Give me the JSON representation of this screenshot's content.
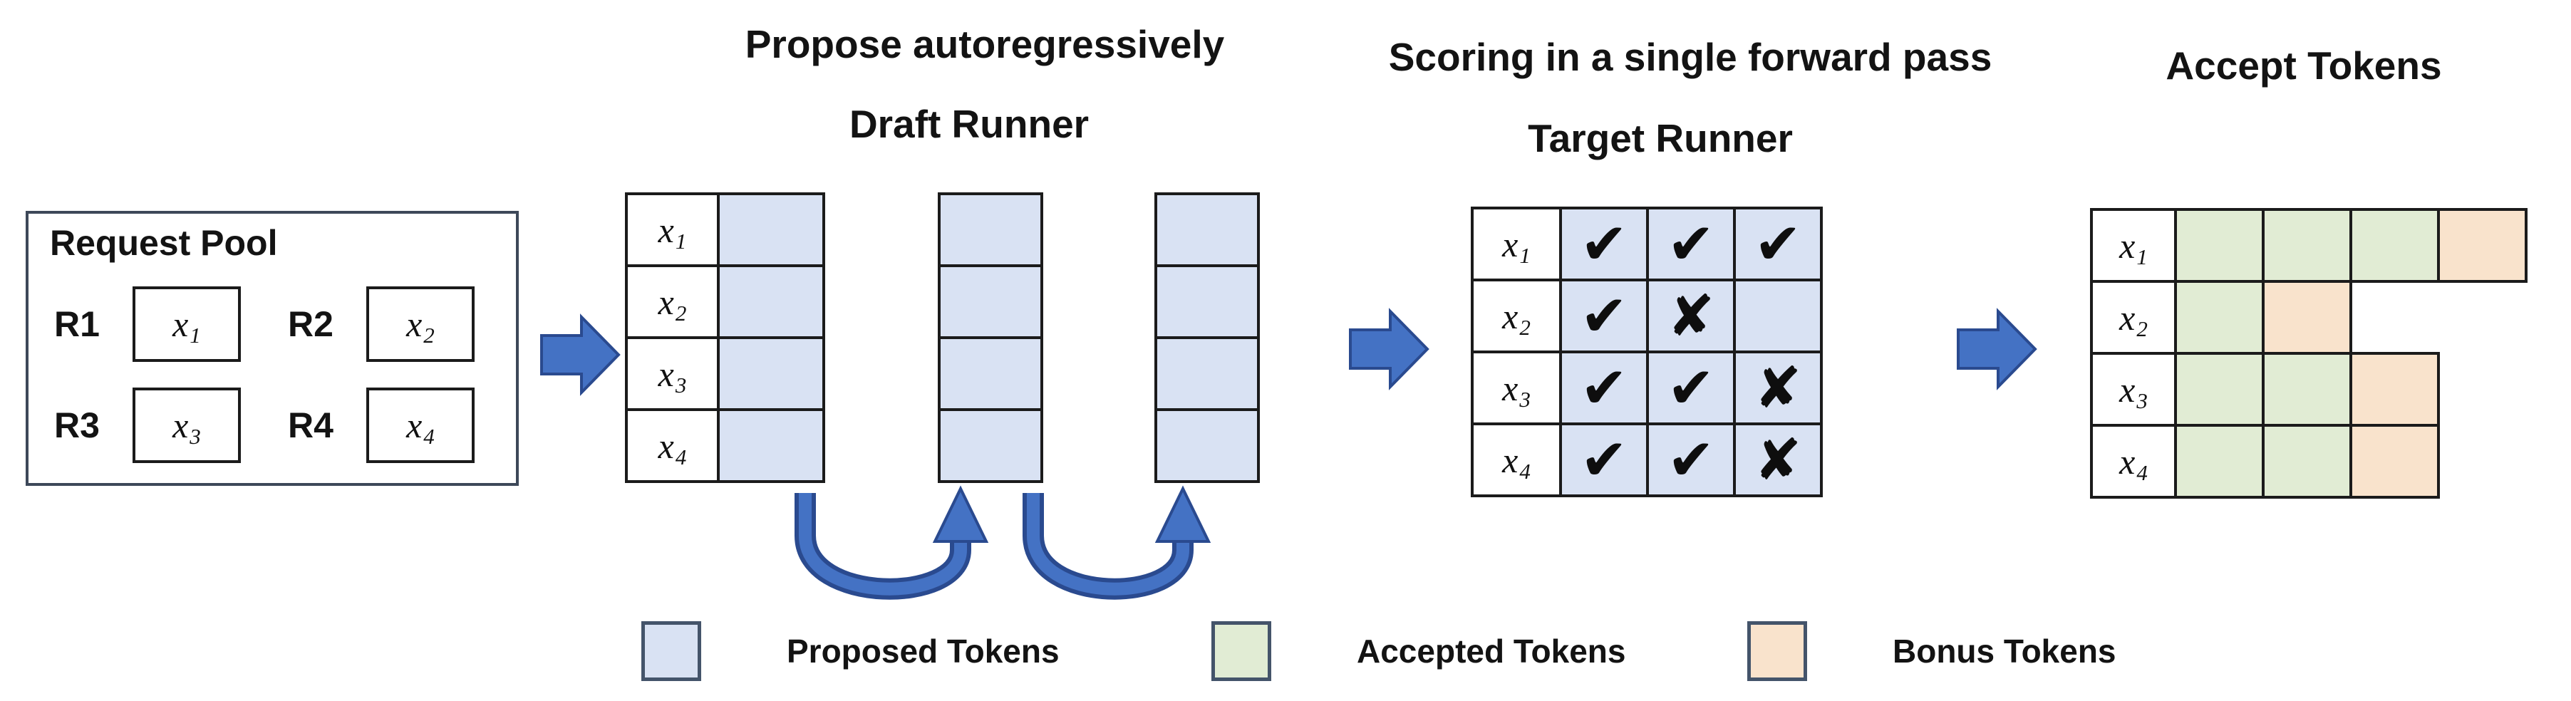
{
  "request_pool": {
    "title": "Request Pool",
    "requests": [
      {
        "id": "R1",
        "token": {
          "base": "x",
          "sub": "1"
        }
      },
      {
        "id": "R2",
        "token": {
          "base": "x",
          "sub": "2"
        }
      },
      {
        "id": "R3",
        "token": {
          "base": "x",
          "sub": "3"
        }
      },
      {
        "id": "R4",
        "token": {
          "base": "x",
          "sub": "4"
        }
      }
    ]
  },
  "draft_runner": {
    "title": "Propose autoregressively",
    "subtitle": "Draft Runner",
    "step_columns": 3,
    "row_labels": [
      {
        "base": "x",
        "sub": "1"
      },
      {
        "base": "x",
        "sub": "2"
      },
      {
        "base": "x",
        "sub": "3"
      },
      {
        "base": "x",
        "sub": "4"
      }
    ]
  },
  "target_runner": {
    "title": "Scoring in a single forward pass",
    "subtitle": "Target Runner",
    "rows": [
      {
        "label": {
          "base": "x",
          "sub": "1"
        },
        "marks": [
          "✔",
          "✔",
          "✔"
        ]
      },
      {
        "label": {
          "base": "x",
          "sub": "2"
        },
        "marks": [
          "✔",
          "✘",
          ""
        ]
      },
      {
        "label": {
          "base": "x",
          "sub": "3"
        },
        "marks": [
          "✔",
          "✔",
          "✘"
        ]
      },
      {
        "label": {
          "base": "x",
          "sub": "4"
        },
        "marks": [
          "✔",
          "✔",
          "✘"
        ]
      }
    ]
  },
  "accept_tokens": {
    "title": "Accept Tokens",
    "rows": [
      {
        "label": {
          "base": "x",
          "sub": "1"
        },
        "cells": [
          "accepted",
          "accepted",
          "accepted",
          "bonus"
        ]
      },
      {
        "label": {
          "base": "x",
          "sub": "2"
        },
        "cells": [
          "accepted",
          "bonus"
        ]
      },
      {
        "label": {
          "base": "x",
          "sub": "3"
        },
        "cells": [
          "accepted",
          "accepted",
          "bonus"
        ]
      },
      {
        "label": {
          "base": "x",
          "sub": "4"
        },
        "cells": [
          "accepted",
          "accepted",
          "bonus"
        ]
      }
    ]
  },
  "legend": [
    {
      "swatch": "proposed",
      "label": "Proposed Tokens"
    },
    {
      "swatch": "accepted",
      "label": "Accepted Tokens"
    },
    {
      "swatch": "bonus",
      "label": "Bonus Tokens"
    }
  ],
  "colors": {
    "proposed": "#d9e2f3",
    "accepted": "#e1ecd4",
    "bonus": "#f9e3cc",
    "arrow": "#4472c4",
    "arrow_border": "#2a4a8f"
  }
}
